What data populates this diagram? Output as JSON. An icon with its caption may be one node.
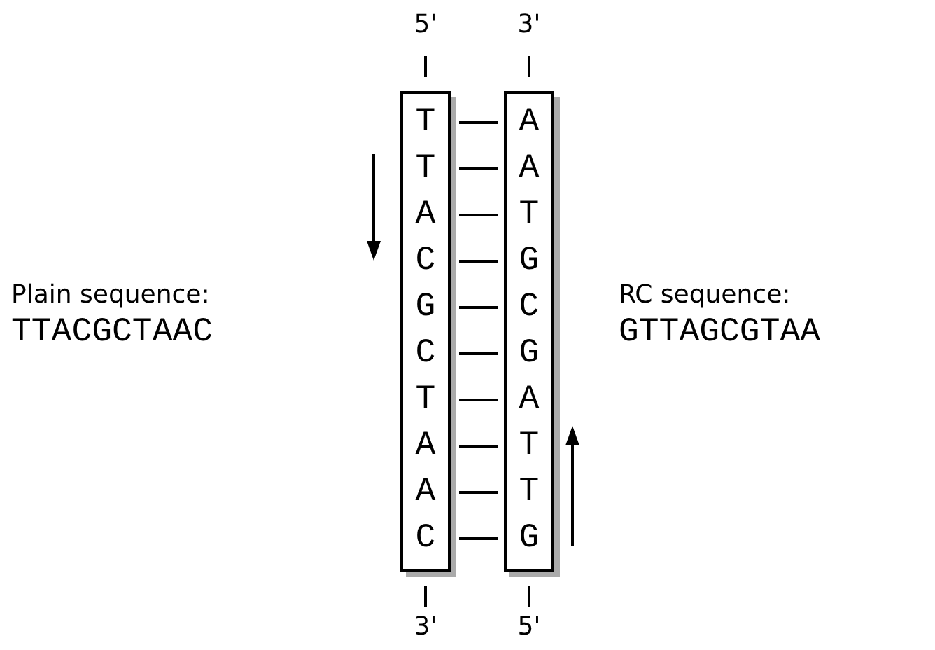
{
  "diagram": {
    "nodes": [
      {
        "text": [],
        "shape": "box"
      },
      {
        "text": [
          "T"
        ],
        "in": 0
      },
      {
        "text": [
          "T"
        ],
        "in": 0
      },
      {
        "text": [
          "A"
        ],
        "in": 0
      },
      {
        "text": [
          "C"
        ],
        "in": 0
      },
      {
        "text": [
          "G"
        ],
        "in": 0
      },
      {
        "text": [
          "C"
        ],
        "in": 0
      },
      {
        "text": [
          "T"
        ],
        "in": 0
      },
      {
        "text": [
          "A"
        ],
        "in": 0
      },
      {
        "text": [
          "A"
        ],
        "in": 0
      },
      {
        "text": [
          "C"
        ],
        "in": 0
      },
      {
        "text": [],
        "shape": "box"
      },
      {
        "text": [
          "A"
        ],
        "in": 11
      },
      {
        "text": [
          "A"
        ],
        "in": 11
      },
      {
        "text": [
          "T"
        ],
        "in": 11
      },
      {
        "text": [
          "G"
        ],
        "in": 11
      },
      {
        "text": [
          "C"
        ],
        "in": 11
      },
      {
        "text": [
          "G"
        ],
        "in": 11
      },
      {
        "text": [
          "A"
        ],
        "in": 11
      },
      {
        "text": [
          "T"
        ],
        "in": 11
      },
      {
        "text": [
          "T"
        ],
        "in": 11
      },
      {
        "text": [
          "G"
        ],
        "in": 11
      }
    ],
    "edges": [
      {
        "from": 1,
        "to": 12,
        "arrow": "none"
      },
      {
        "from": 2,
        "to": 13,
        "arrow": "none"
      },
      {
        "from": 3,
        "to": 14,
        "arrow": "none"
      },
      {
        "from": 4,
        "to": 15,
        "arrow": "none"
      },
      {
        "from": 5,
        "to": 16,
        "arrow": "none"
      },
      {
        "from": 6,
        "to": 17,
        "arrow": "none"
      },
      {
        "from": 7,
        "to": 18,
        "arrow": "none"
      },
      {
        "from": 8,
        "to": 19,
        "arrow": "none"
      },
      {
        "from": 9,
        "to": 20,
        "arrow": "none"
      },
      {
        "from": 10,
        "to": 21,
        "arrow": "none"
      }
    ],
    "labels": [
      "5'",
      "3'",
      "Plain sequence:",
      "TTACGCTAAC",
      "RC sequence:",
      "GTTAGCGTAA",
      "3'",
      "5'"
    ]
  }
}
